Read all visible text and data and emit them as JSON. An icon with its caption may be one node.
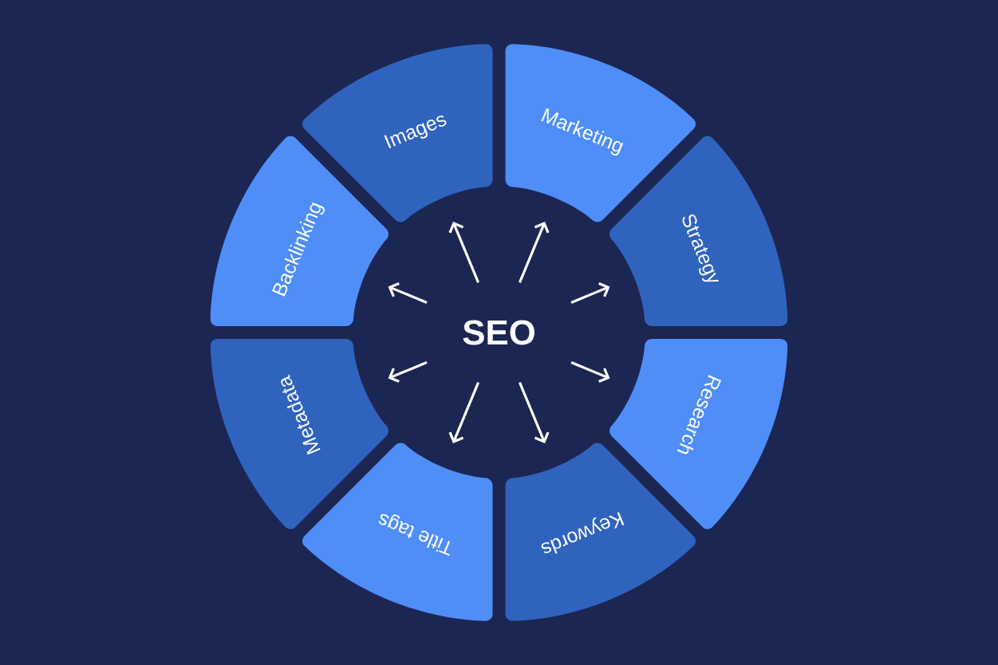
{
  "diagram": {
    "nodes": [
      {
        "text": [
          "SEO"
        ]
      },
      {
        "text": [
          "Images"
        ]
      },
      {
        "text": [
          "Marketing"
        ]
      },
      {
        "text": [
          "Strategy"
        ]
      },
      {
        "text": [
          "Research"
        ]
      },
      {
        "text": [
          "Keywords"
        ]
      },
      {
        "text": [
          "Title tags"
        ]
      },
      {
        "text": [
          "Metadata"
        ]
      },
      {
        "text": [
          "Backlinking"
        ]
      }
    ],
    "edges": [
      {
        "from": 0,
        "to": 1,
        "arrow": "to"
      },
      {
        "from": 0,
        "to": 2,
        "arrow": "to"
      },
      {
        "from": 0,
        "to": 3,
        "arrow": "to"
      },
      {
        "from": 0,
        "to": 4,
        "arrow": "to"
      },
      {
        "from": 0,
        "to": 5,
        "arrow": "to"
      },
      {
        "from": 0,
        "to": 6,
        "arrow": "to"
      },
      {
        "from": 0,
        "to": 7,
        "arrow": "to"
      },
      {
        "from": 0,
        "to": 8,
        "arrow": "to"
      }
    ]
  }
}
